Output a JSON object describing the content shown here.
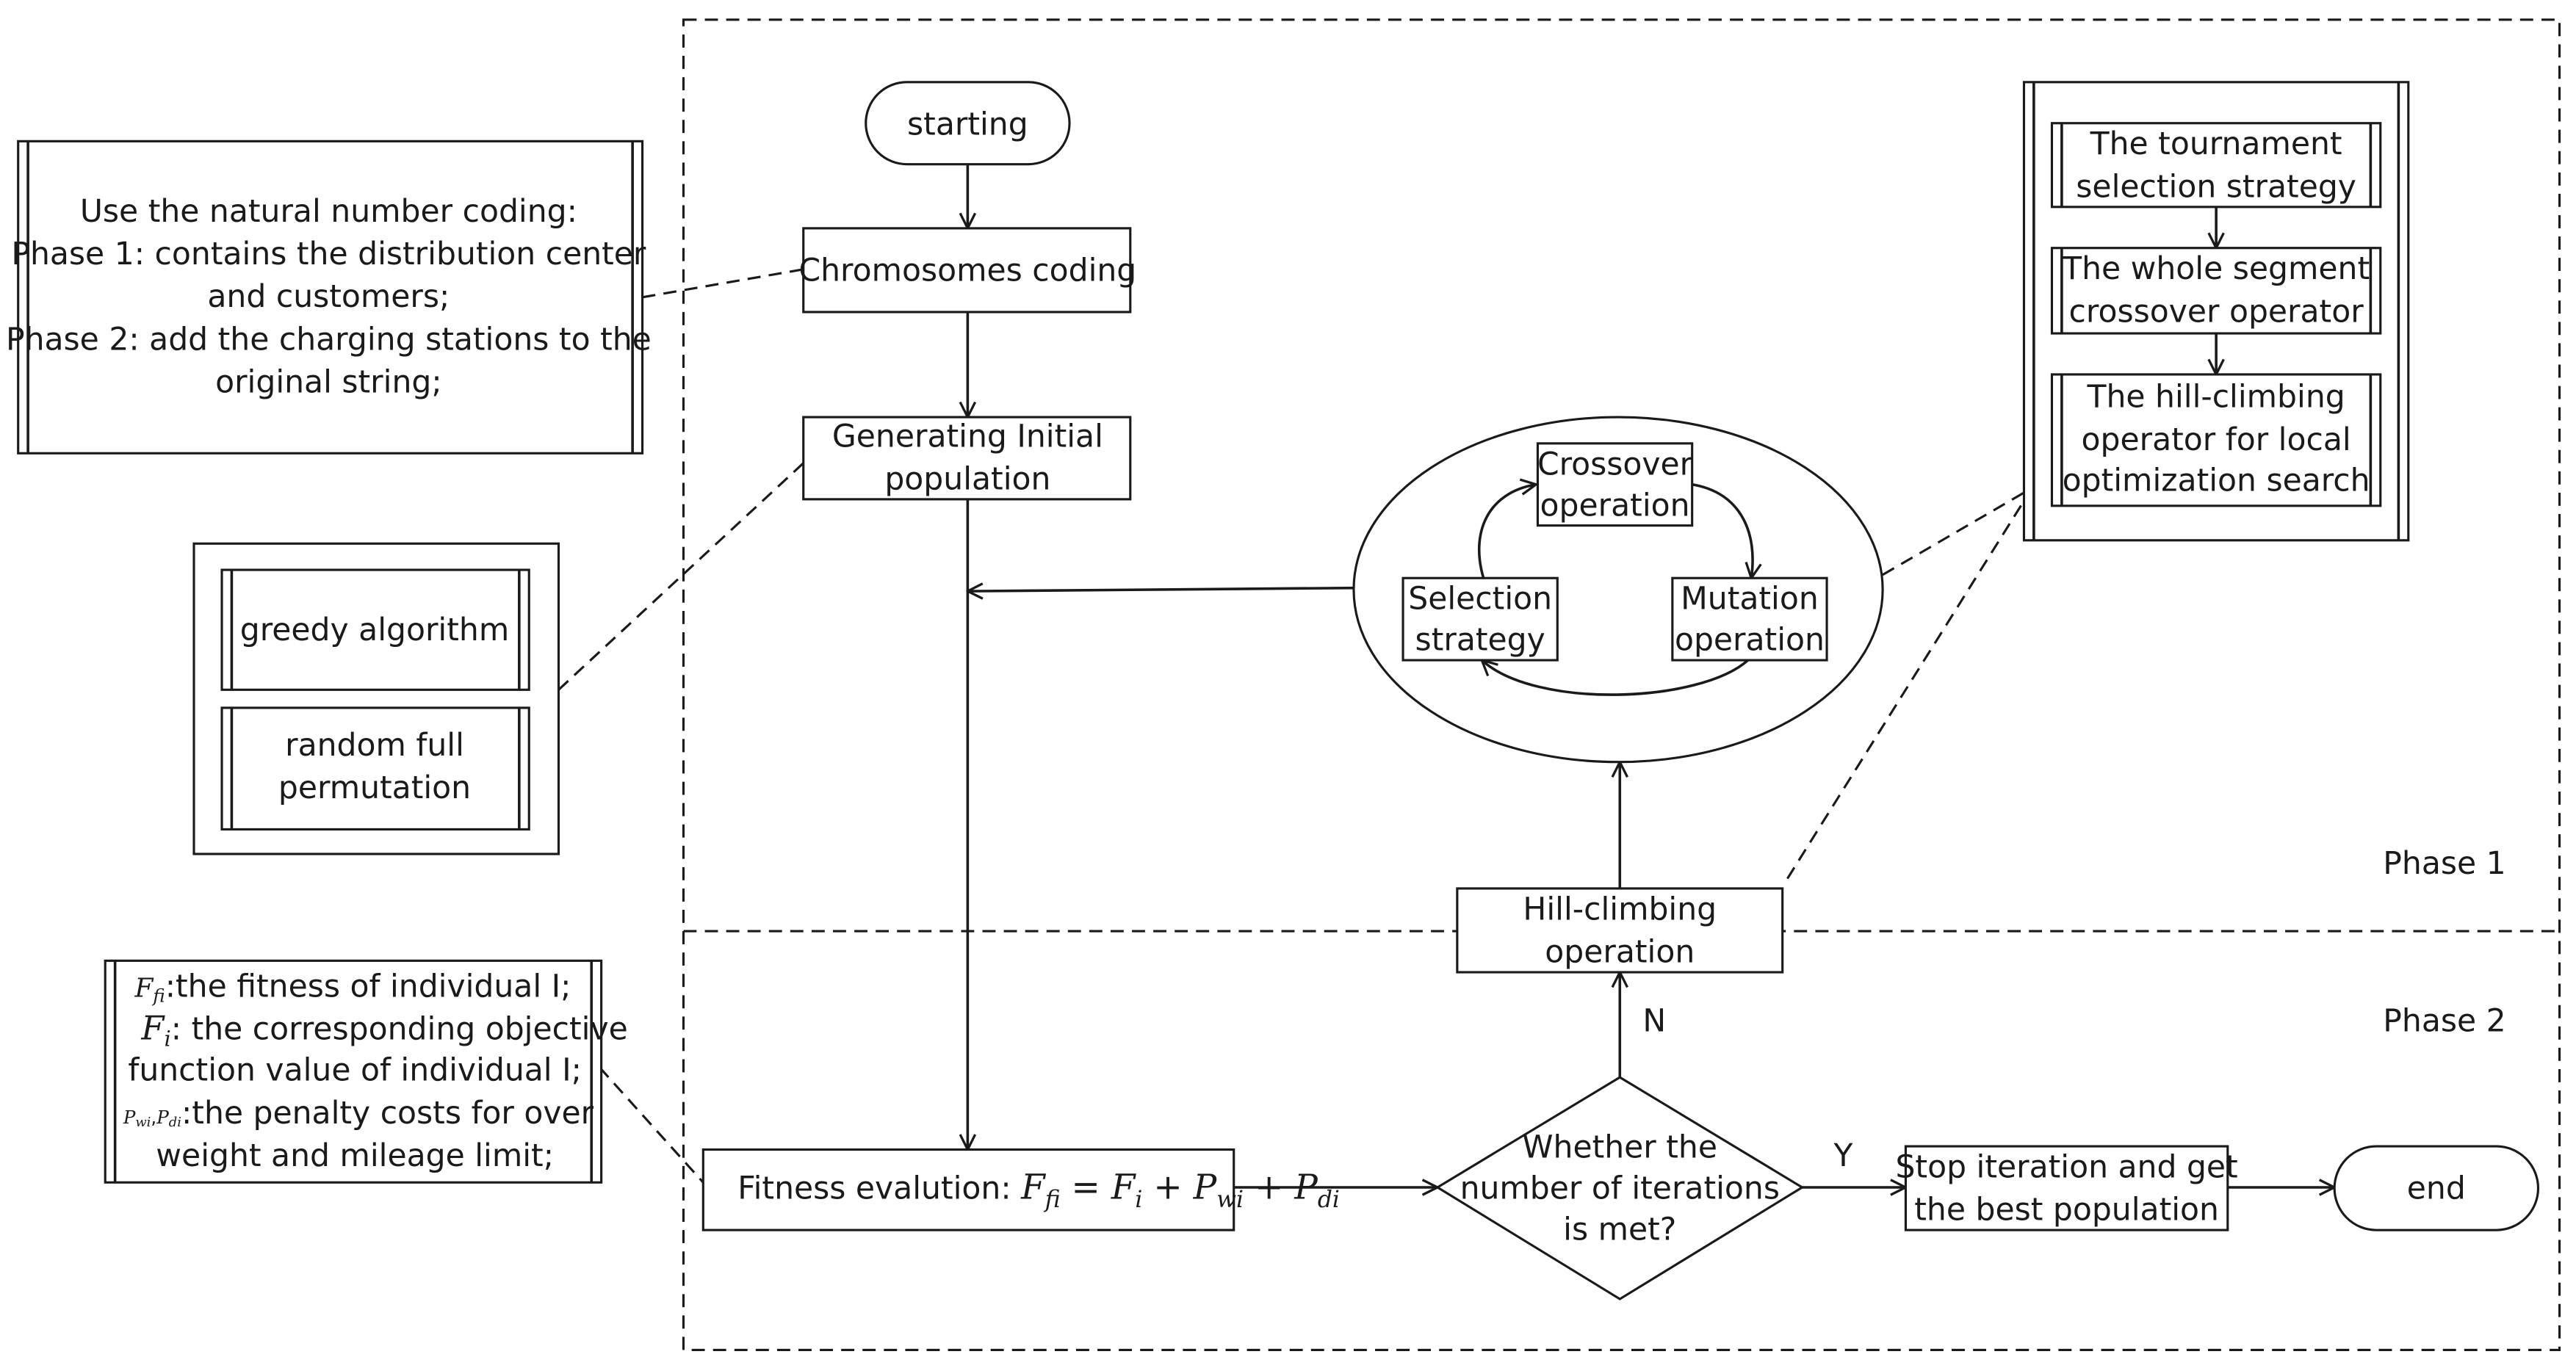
{
  "nodes": {
    "start": "starting",
    "coding": "Chromosomes coding",
    "init_l1": "Generating Initial",
    "init_l2": "population",
    "fitness_prefix": "Fitness evalution: ",
    "fitness_formula": {
      "lhs_F": "F",
      "lhs_sub": "fi",
      "eq": " = ",
      "f1": "F",
      "f1_sub": "i",
      "plus1": " + ",
      "f2": "P",
      "f2_sub": "wi",
      "plus2": " + ",
      "f3": "P",
      "f3_sub": "di"
    },
    "decision_l1": "Whether the",
    "decision_l2": "number of iterations",
    "decision_l3": "is met?",
    "stop_l1": "Stop iteration and get",
    "stop_l2": "the best population",
    "end": "end",
    "hill_l1": "Hill-climbing",
    "hill_l2": "operation",
    "crossover_l1": "Crossover",
    "crossover_l2": "operation",
    "selection_l1": "Selection",
    "selection_l2": "strategy",
    "mutation_l1": "Mutation",
    "mutation_l2": "operation"
  },
  "edge_labels": {
    "no": "N",
    "yes": "Y"
  },
  "phases": {
    "phase1": "Phase 1",
    "phase2": "Phase 2"
  },
  "notes": {
    "coding": [
      "Use the natural number coding:",
      "Phase 1: contains the distribution center",
      "and customers;",
      "Phase 2: add the charging stations to the",
      "original string;"
    ],
    "init_methods": {
      "greedy": "greedy algorithm",
      "random_l1": "random full",
      "random_l2": "permutation"
    },
    "fitness_defs": {
      "d1_sym": "F",
      "d1_sub": "fi",
      "d1_text": ":the fitness of individual I;",
      "d2_sym": "F",
      "d2_sub": "i",
      "d2_text": ": the corresponding objective",
      "d2_l2": "function value of individual I;",
      "d3_sym1": "P",
      "d3_sub1": "wi",
      "d3_sep": ",",
      "d3_sym2": "P",
      "d3_sub2": "di",
      "d3_text": ":the penalty costs for over",
      "d3_l2": "weight and mileage limit;"
    },
    "operators": {
      "tournament_l1": "The tournament",
      "tournament_l2": "selection strategy",
      "segment_l1": "The whole segment",
      "segment_l2": "crossover operator",
      "hill_l1": "The hill-climbing",
      "hill_l2": "operator for local",
      "hill_l3": "optimization search"
    }
  }
}
